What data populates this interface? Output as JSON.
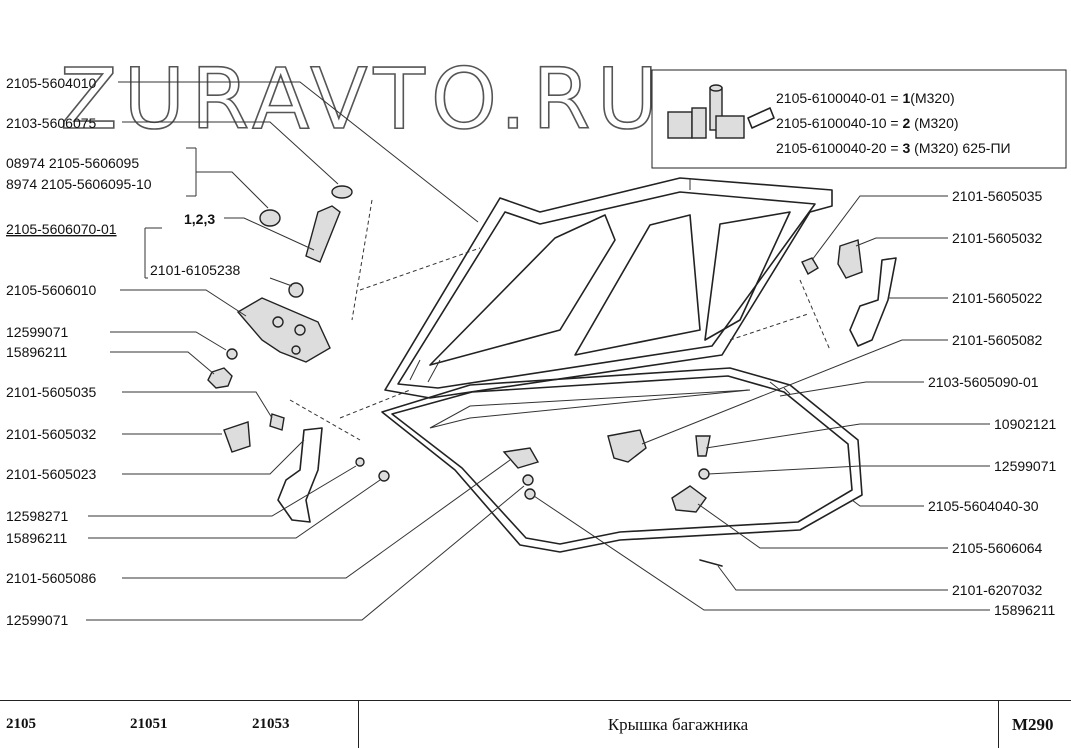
{
  "watermark": "ZURAVTO.RU",
  "legend": {
    "lines": [
      {
        "code": "2105-6100040-01 = ",
        "num": "1",
        "rest": "(M320)"
      },
      {
        "code": "2105-6100040-10 = ",
        "num": "2",
        "rest": " (M320)"
      },
      {
        "code": "2105-6100040-20 = ",
        "num": "3",
        "rest": " (M320) 625-ПИ"
      }
    ]
  },
  "labels_left": [
    "2105-5604010",
    "2103-5606075",
    "08974 2105-5606095",
    "8974  2105-5606095-10",
    "2105-5606070-01",
    "1,2,3",
    "2101-6105238",
    "2105-5606010",
    "12599071",
    "15896211",
    "2101-5605035",
    "2101-5605032",
    "2101-5605023",
    "12598271",
    "15896211",
    "2101-5605086",
    "12599071"
  ],
  "labels_right": [
    "2101-5605035",
    "2101-5605032",
    "2101-5605022",
    "2101-5605082",
    "2103-5605090-01",
    "10902121",
    "12599071",
    "2105-5604040-30",
    "2105-5606064",
    "2101-6207032",
    "15896211"
  ],
  "footer": {
    "models": [
      "2105",
      "21051",
      "21053"
    ],
    "title": "Крышка багажника",
    "code": "M290"
  }
}
